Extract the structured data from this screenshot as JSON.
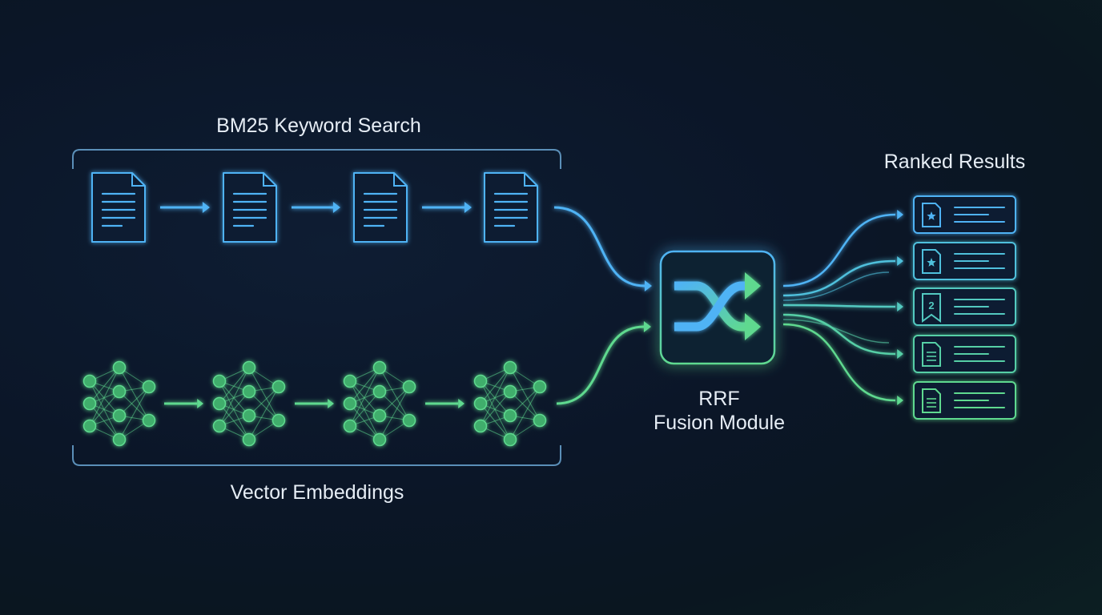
{
  "labels": {
    "keyword_search": "BM25 Keyword Search",
    "vector_embeddings": "Vector Embeddings",
    "fusion_line1": "RRF",
    "fusion_line2": "Fusion Module",
    "ranked_results": "Ranked Results"
  },
  "keyword_docs": [
    "document-icon",
    "document-icon",
    "document-icon",
    "document-icon"
  ],
  "embedding_networks": [
    "neural-network-icon",
    "neural-network-icon",
    "neural-network-icon",
    "neural-network-icon"
  ],
  "results": [
    {
      "icon": "starred-document-icon",
      "badge": ""
    },
    {
      "icon": "starred-document-icon",
      "badge": ""
    },
    {
      "icon": "bookmark-icon",
      "badge": "2"
    },
    {
      "icon": "document-icon",
      "badge": ""
    },
    {
      "icon": "document-icon",
      "badge": ""
    }
  ],
  "colors": {
    "blue": "#4fb3f5",
    "green": "#5fd98f",
    "teal": "#53c9c0",
    "bracket": "#5b8fb8",
    "text": "#e6edf5"
  }
}
